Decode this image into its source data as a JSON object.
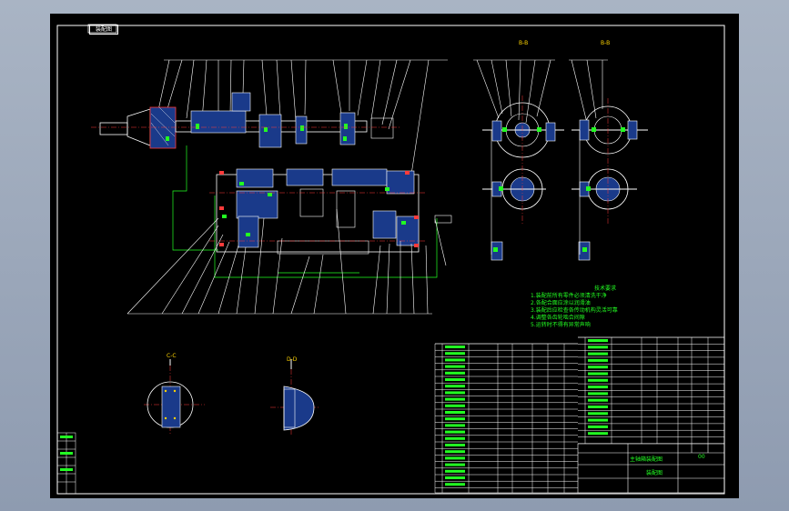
{
  "title_tag": "装配图",
  "section_labels": {
    "b1": "B-B",
    "b2": "B-B",
    "c1": "C-C",
    "d1": "D-D"
  },
  "tech_requirements": {
    "heading": "技术要求",
    "lines": [
      "1.装配前所有零件必须清洗干净",
      "2.各配合面应涂以润滑油",
      "3.装配后应检查各传动机构灵活可靠",
      "4.调整各齿轮啮合间隙",
      "5.运转时不得有异常声响"
    ]
  },
  "title_block": {
    "name": "主轴箱装配图",
    "drawing": "装配图",
    "code": "00"
  }
}
